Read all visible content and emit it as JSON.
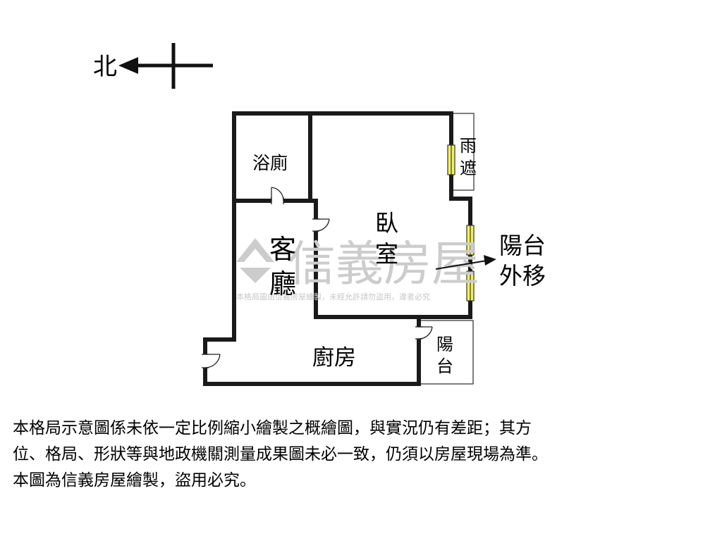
{
  "compass": {
    "north_label": "北"
  },
  "rooms": {
    "bathroom": "浴廁",
    "bedroom_line1": "臥",
    "bedroom_line2": "室",
    "living_line1": "客",
    "living_line2": "廳",
    "kitchen": "廚房",
    "canopy_line1": "雨",
    "canopy_line2": "遮",
    "balcony_small_line1": "陽",
    "balcony_small_line2": "台"
  },
  "annotation": {
    "line1": "陽台",
    "line2": "外移"
  },
  "watermark": {
    "brand": "信義房屋",
    "notice": "本格局圖由信義房屋繪製，未經允許請勿盜用，違者必究"
  },
  "disclaimer": {
    "line1": "本格局示意圖係未依一定比例縮小繪製之概繪圖，與實況仍有差距；其方",
    "line2": "位、格局、形狀等與地政機關測量成果圖未必一致，仍須以房屋現場為準。",
    "line3": "本圖為信義房屋繪製，盜用必究。"
  },
  "colors": {
    "wall": "#1a1a1a",
    "window": "#f2f25a",
    "watermark": "#cccccc"
  }
}
